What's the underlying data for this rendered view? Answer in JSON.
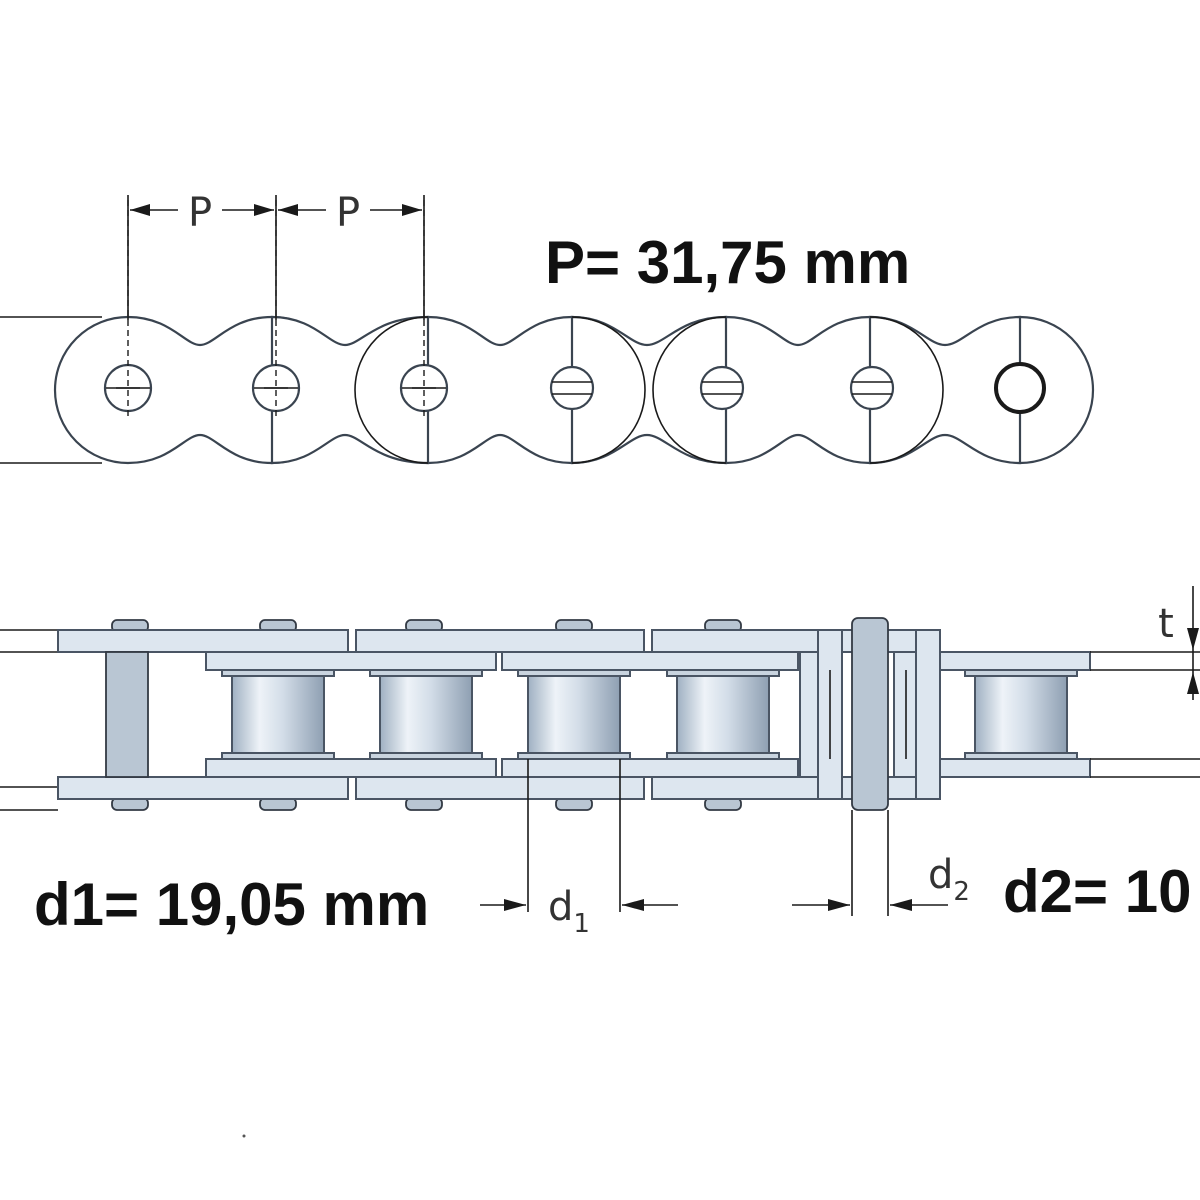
{
  "diagram": {
    "top_view": {
      "pitch_symbol_1": "P",
      "pitch_symbol_2": "P",
      "pitch_value": "P= 31,75 mm"
    },
    "side_view": {
      "d1_symbol": "d",
      "d1_subscript": "1",
      "d1_value": "d1= 19,05 mm",
      "d2_symbol": "d",
      "d2_subscript": "2",
      "d2_value": "d2= 10",
      "t_symbol": "t"
    }
  }
}
